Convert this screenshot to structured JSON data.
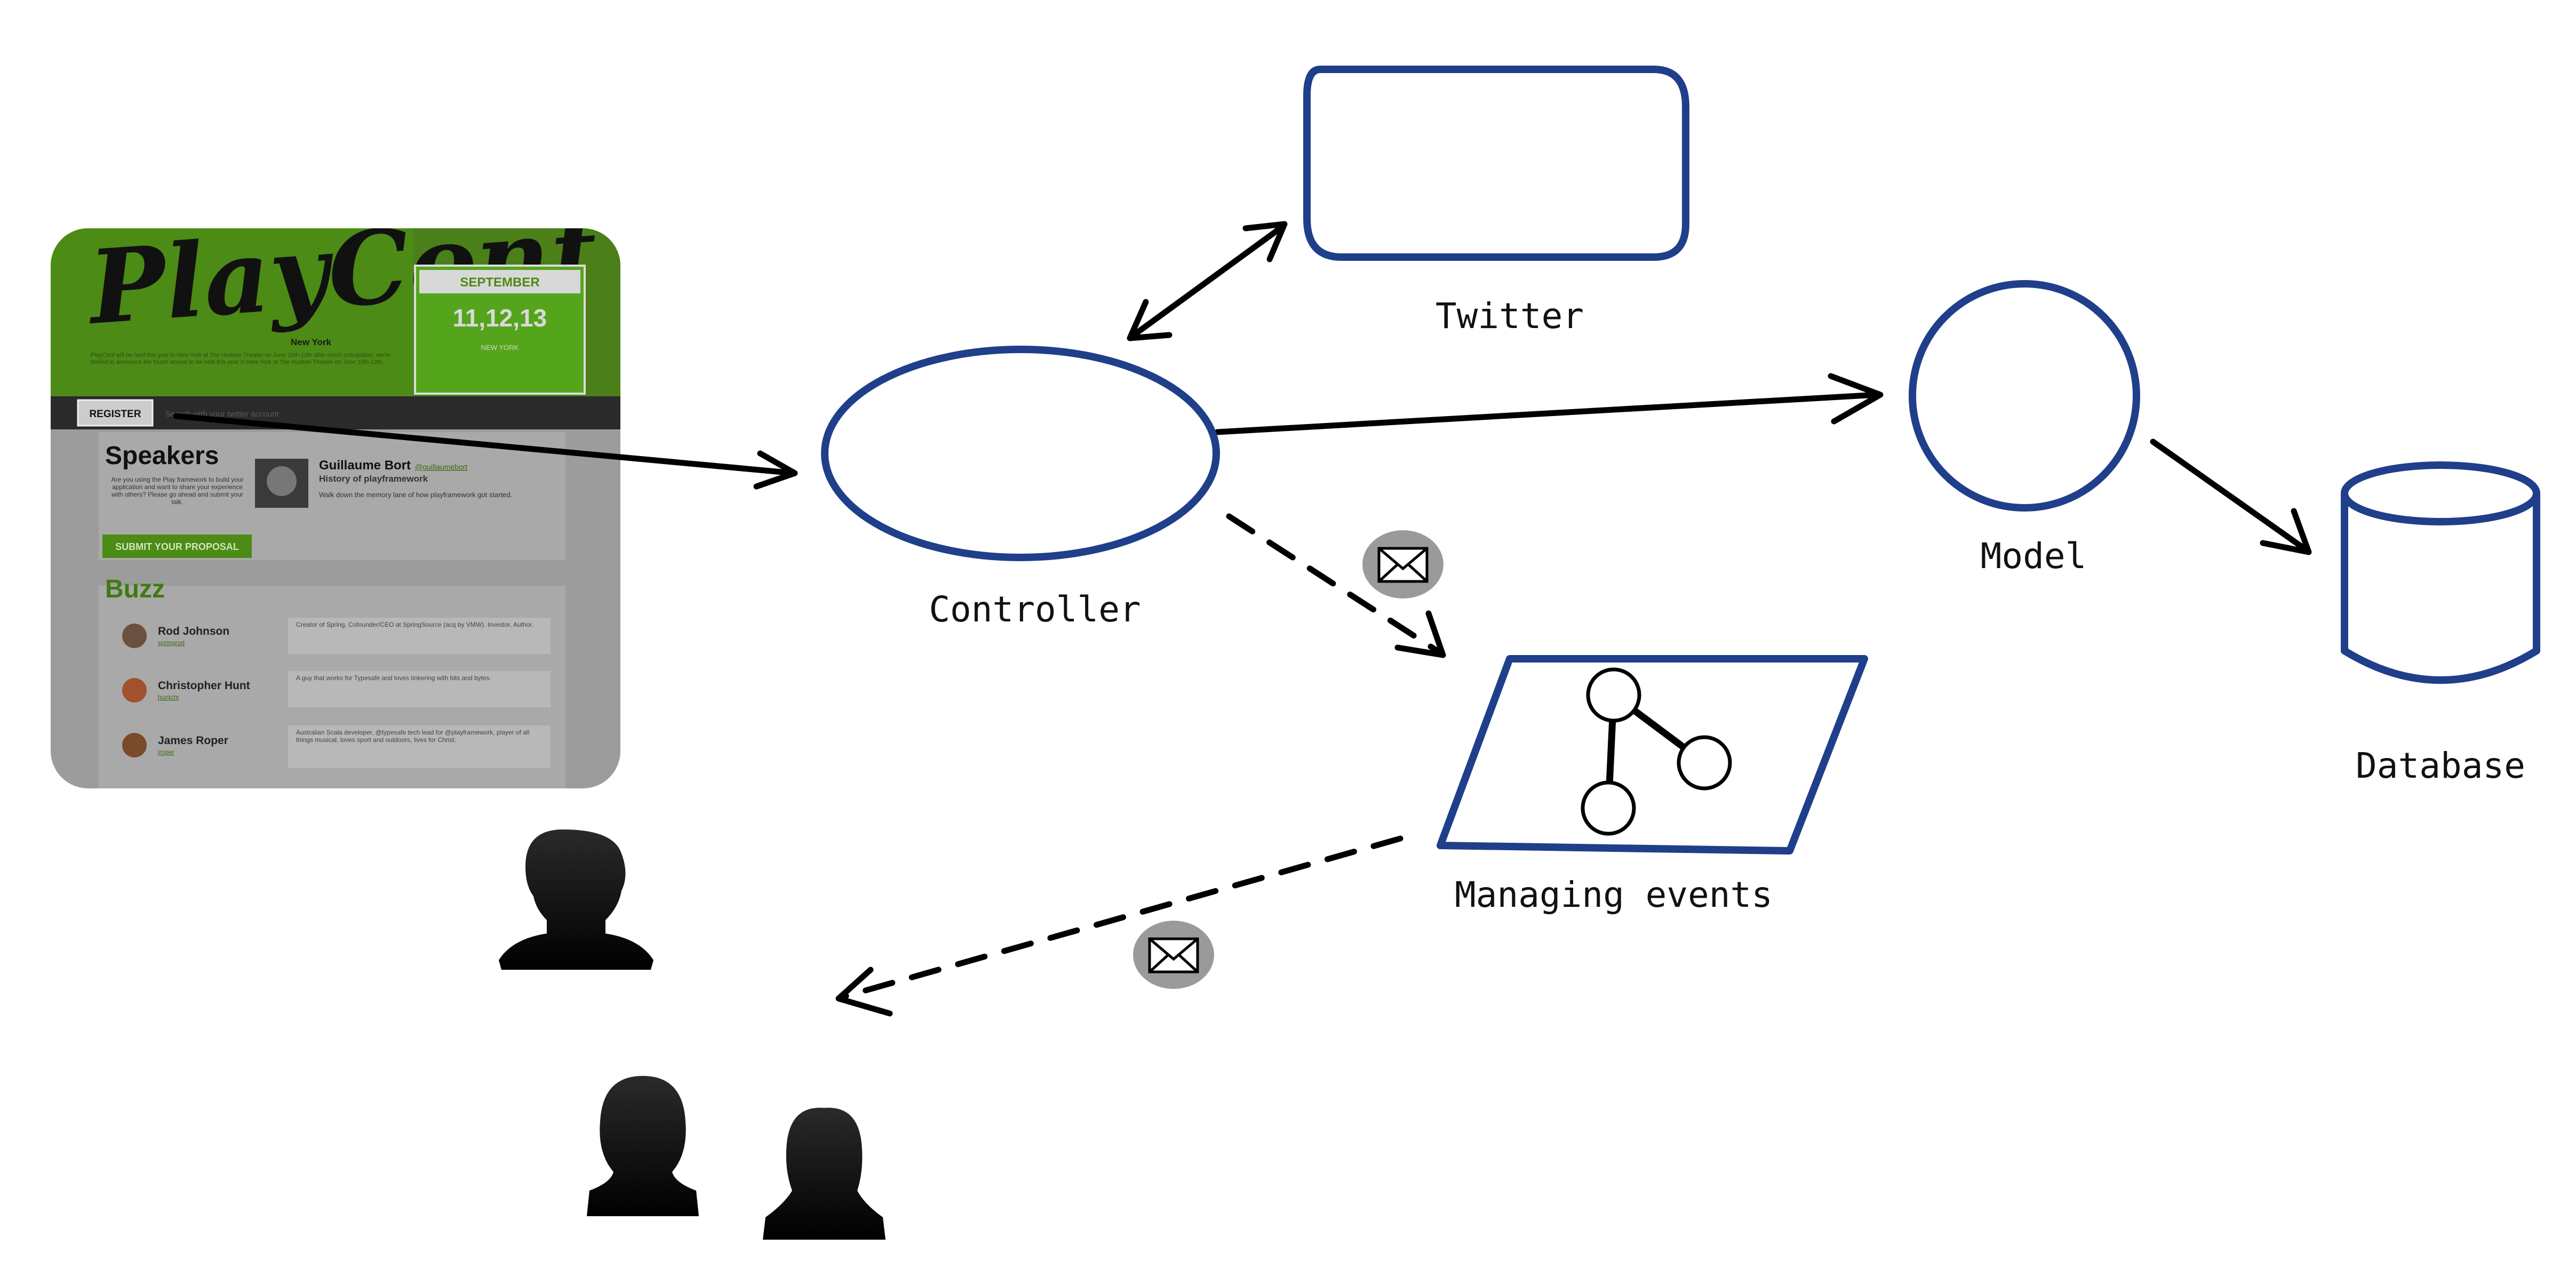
{
  "diagram": {
    "nodes": {
      "controller": {
        "label": "Controller"
      },
      "twitter": {
        "label": "Twitter"
      },
      "model": {
        "label": "Model"
      },
      "database": {
        "label": "Database"
      },
      "managing_events": {
        "label": "Managing events"
      }
    },
    "edges": [
      {
        "from": "playconf-website",
        "to": "controller",
        "style": "solid"
      },
      {
        "from": "controller",
        "to": "twitter",
        "style": "solid-bidirectional"
      },
      {
        "from": "controller",
        "to": "model",
        "style": "solid"
      },
      {
        "from": "model",
        "to": "database",
        "style": "solid"
      },
      {
        "from": "controller",
        "to": "managing_events",
        "style": "dashed",
        "icon": "envelope-icon"
      },
      {
        "from": "managing_events",
        "to": "users",
        "style": "dashed",
        "icon": "envelope-icon"
      }
    ],
    "colors": {
      "shape_outline": "#1f3f8a",
      "arrow": "#000000",
      "envelope_badge": "#9a9a9a",
      "website_green": "#5a9f1a"
    }
  },
  "website": {
    "logo": "PlayConf",
    "city": "New York",
    "intro": "PlayConf will be held this year in New York at The Hudson Theater on June 10th-13th after much anticipation, we're thrilled to announce the fourth annual to be held this year in New York at The Hudson Theater on June 10th-13th.",
    "date_month": "SEPTEMBER",
    "date_days": "11,12,13",
    "date_city": "NEW YORK",
    "register_button": "REGISTER",
    "search_placeholder": "Search with your twitter account",
    "speakers_title": "Speakers",
    "speakers_text": "Are you using the Play framework to build your application and want to share your experience with others? Please go ahead and submit your talk.",
    "submit_button": "SUBMIT YOUR PROPOSAL",
    "speaker": {
      "name": "Guillaume Bort",
      "handle": "@guillaumebort",
      "talk": "History of playframework",
      "abstract": "Walk down the memory lane of how playframework got started."
    },
    "buzz_title": "Buzz",
    "buzz": [
      {
        "name": "Rod Johnson",
        "handle": "springrod",
        "text": "Creator of Spring, Cofounder/CEO at SpringSource (acq by VMW). Investor, Author."
      },
      {
        "name": "Christopher Hunt",
        "handle": "huntchr",
        "text": "A guy that works for Typesafe and loves tinkering with bits and bytes."
      },
      {
        "name": "James Roper",
        "handle": "jroper",
        "text": "Australian Scala developer, @typesafe tech lead for @playframework, player of all things musical, loves sport and outdoors, lives for Christ."
      }
    ]
  }
}
